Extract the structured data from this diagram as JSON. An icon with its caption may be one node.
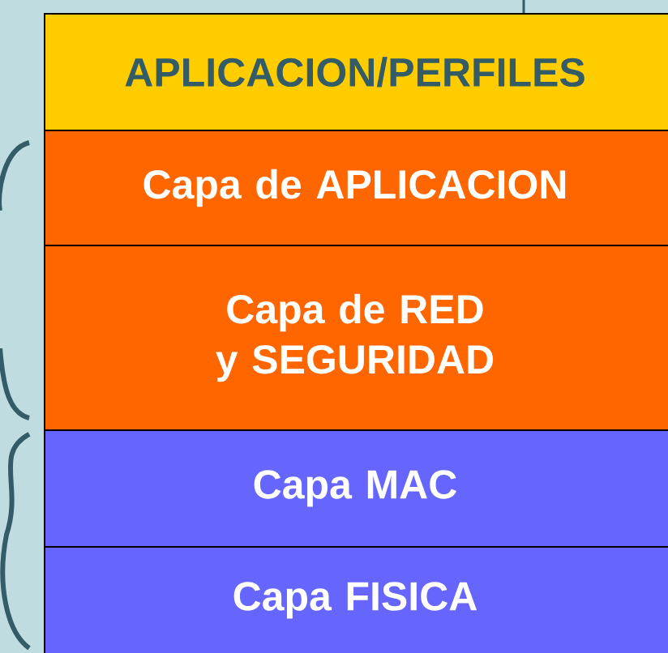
{
  "diagram": {
    "nodes": [
      {
        "text": [
          "APLICACION/PERFILES"
        ]
      },
      {
        "text": [
          "Capa de APLICACION"
        ]
      },
      {
        "text": [
          "Capa de RED y SEGURIDAD"
        ]
      },
      {
        "text": [
          "Capa MAC"
        ]
      },
      {
        "text": [
          "Capa FISICA"
        ]
      }
    ]
  }
}
